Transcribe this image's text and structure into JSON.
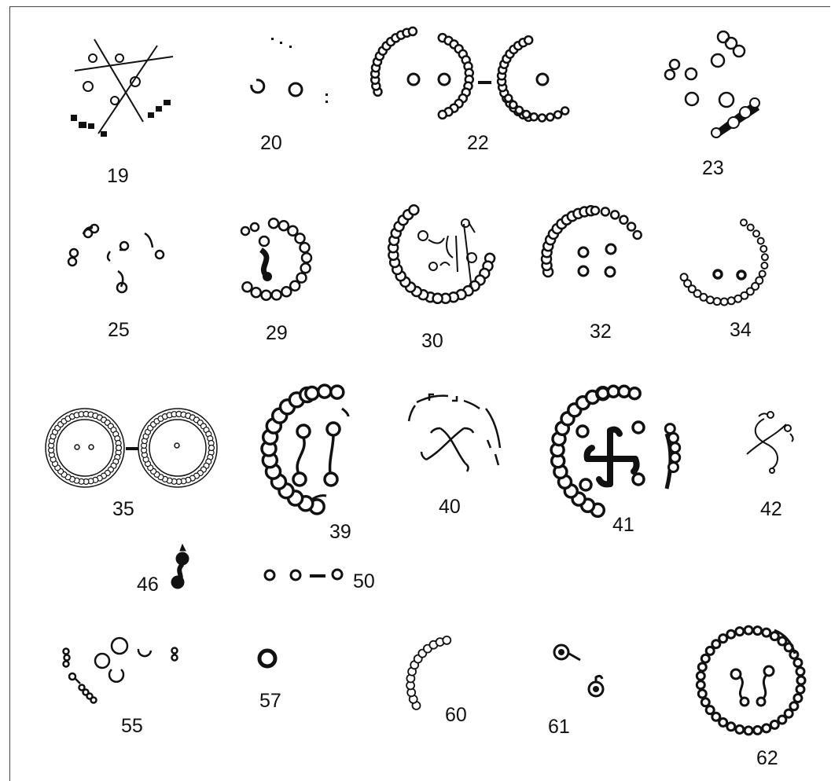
{
  "figures": [
    {
      "id": "fig-19",
      "label": "19"
    },
    {
      "id": "fig-20",
      "label": "20"
    },
    {
      "id": "fig-22",
      "label": "22"
    },
    {
      "id": "fig-23",
      "label": "23"
    },
    {
      "id": "fig-25",
      "label": "25"
    },
    {
      "id": "fig-29",
      "label": "29"
    },
    {
      "id": "fig-30",
      "label": "30"
    },
    {
      "id": "fig-32",
      "label": "32"
    },
    {
      "id": "fig-34",
      "label": "34"
    },
    {
      "id": "fig-35",
      "label": "35"
    },
    {
      "id": "fig-39",
      "label": "39"
    },
    {
      "id": "fig-40",
      "label": "40"
    },
    {
      "id": "fig-41",
      "label": "41"
    },
    {
      "id": "fig-42",
      "label": "42"
    },
    {
      "id": "fig-46",
      "label": "46"
    },
    {
      "id": "fig-50",
      "label": "50"
    },
    {
      "id": "fig-55",
      "label": "55"
    },
    {
      "id": "fig-57",
      "label": "57"
    },
    {
      "id": "fig-60",
      "label": "60"
    },
    {
      "id": "fig-61",
      "label": "61"
    },
    {
      "id": "fig-62",
      "label": "62"
    }
  ],
  "colors": {
    "ink": "#111111",
    "paper": "#ffffff",
    "frame": "#444444"
  }
}
